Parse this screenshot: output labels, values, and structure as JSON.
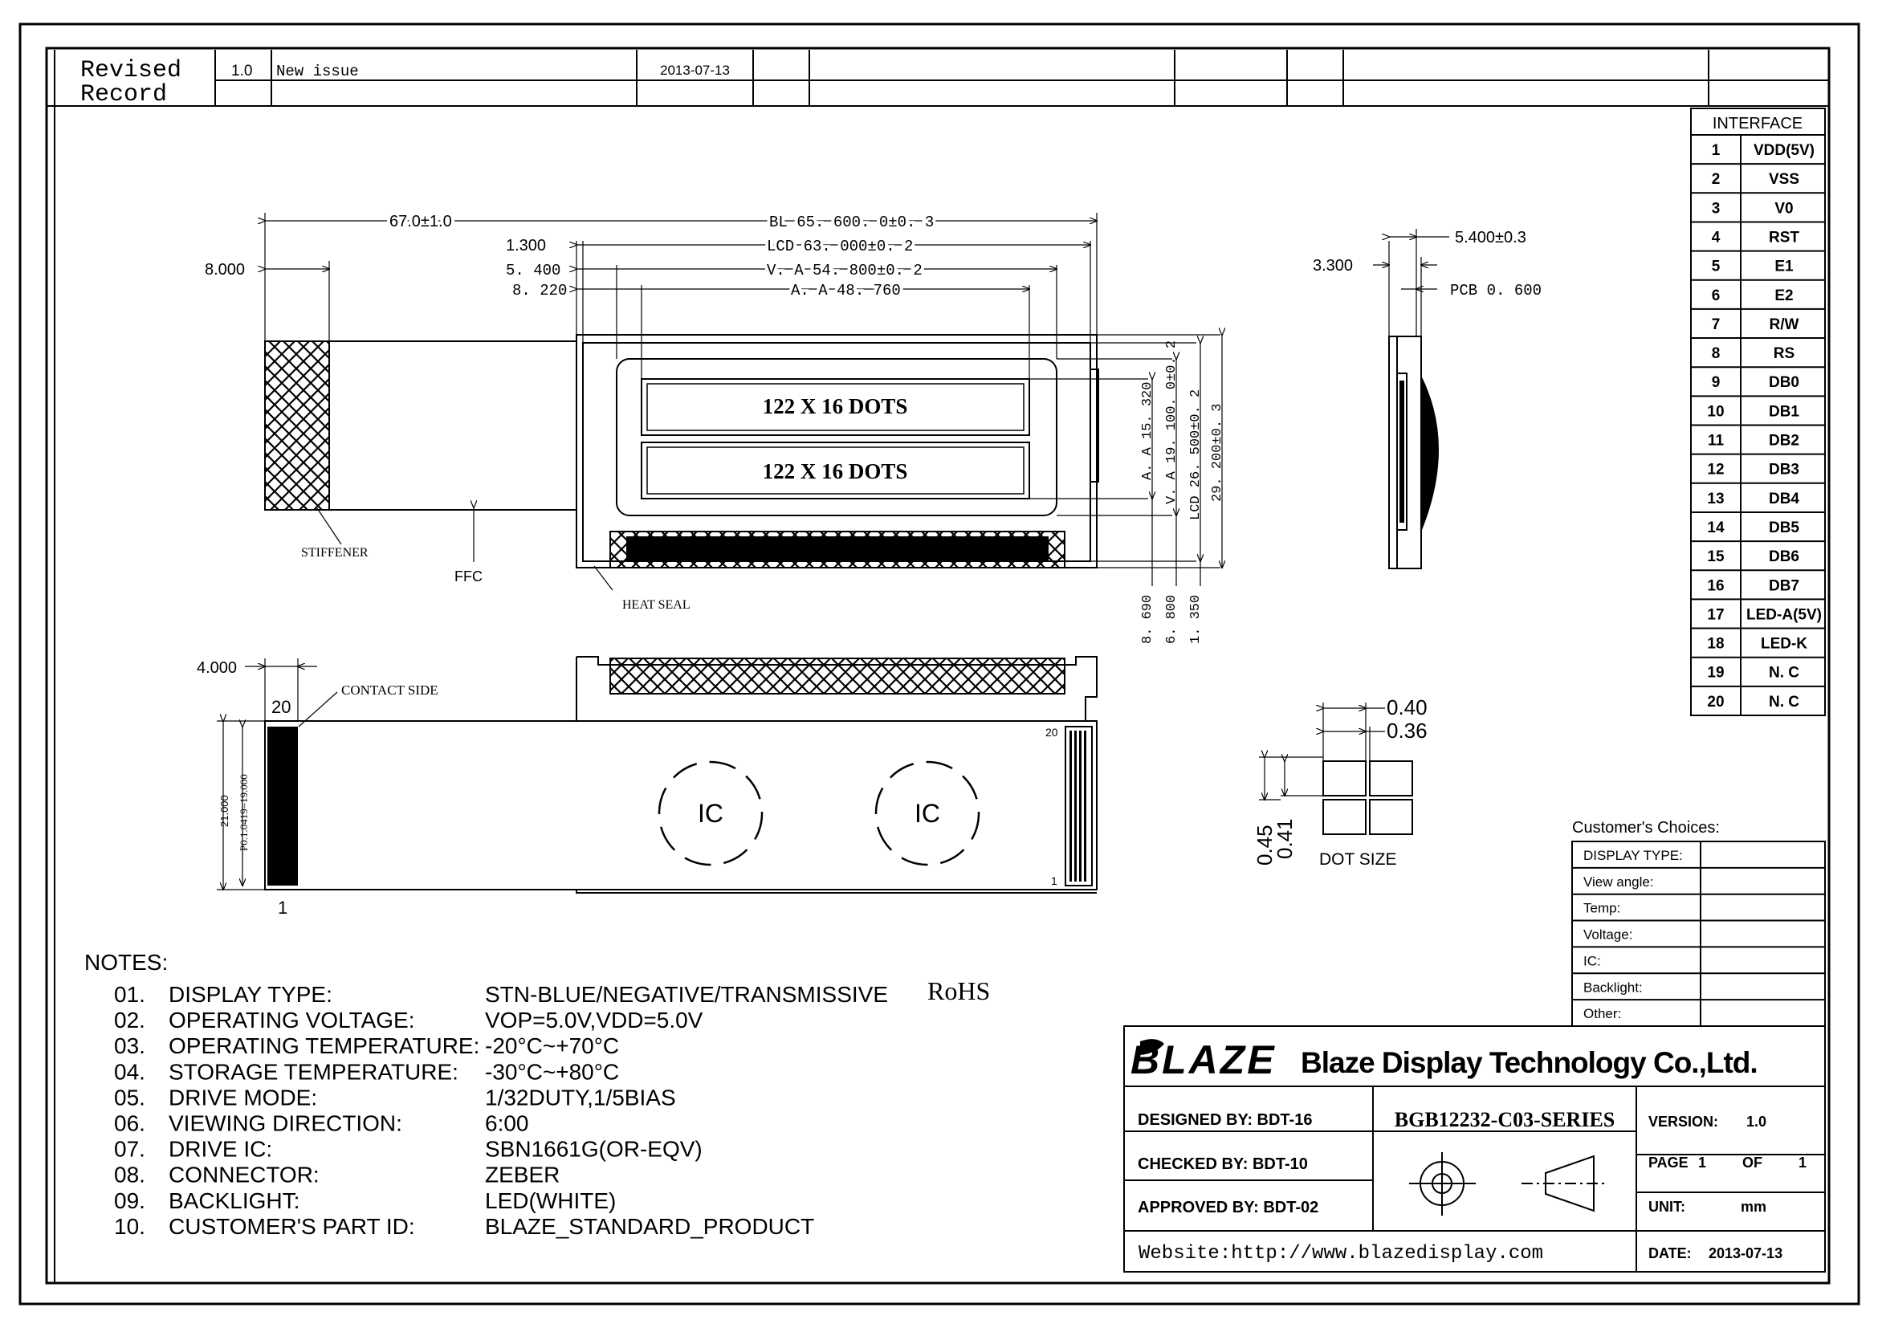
{
  "revision": {
    "label_line1": "Revised",
    "label_line2": "Record",
    "version": "1.0",
    "description": "New issue",
    "date": "2013-07-13"
  },
  "interface": {
    "title": "INTERFACE",
    "pins": [
      {
        "no": "1",
        "name": "VDD(5V)"
      },
      {
        "no": "2",
        "name": "VSS"
      },
      {
        "no": "3",
        "name": "V0"
      },
      {
        "no": "4",
        "name": "RST"
      },
      {
        "no": "5",
        "name": "E1"
      },
      {
        "no": "6",
        "name": "E2"
      },
      {
        "no": "7",
        "name": "R/W"
      },
      {
        "no": "8",
        "name": "RS"
      },
      {
        "no": "9",
        "name": "DB0"
      },
      {
        "no": "10",
        "name": "DB1"
      },
      {
        "no": "11",
        "name": "DB2"
      },
      {
        "no": "12",
        "name": "DB3"
      },
      {
        "no": "13",
        "name": "DB4"
      },
      {
        "no": "14",
        "name": "DB5"
      },
      {
        "no": "15",
        "name": "DB6"
      },
      {
        "no": "16",
        "name": "DB7"
      },
      {
        "no": "17",
        "name": "LED-A(5V)"
      },
      {
        "no": "18",
        "name": "LED-K"
      },
      {
        "no": "19",
        "name": "N. C"
      },
      {
        "no": "20",
        "name": "N. C"
      }
    ]
  },
  "front_view": {
    "dim_fpc": "67.0±1.0",
    "dim_bl": "BL 65. 600. 0±0. 3",
    "dim_lcd": "LCD  63. 000±0. 2",
    "dim_va": "V. A  54. 800±0. 2",
    "dim_aa": "A. A 48. 760",
    "dim_8000": "8.000",
    "dim_1300": "1.300",
    "dim_5400": "5. 400",
    "dim_8220": "8. 220",
    "row1_text": "122 X 16 DOTS",
    "row2_text": "122 X 16 DOTS",
    "label_stiffener": "STIFFENER",
    "label_ffc": "FFC",
    "label_heat_seal": "HEAT SEAL",
    "dim_aa_h": "A. A 15. 320",
    "dim_va_h": "V. A 19. 100. 0±0. 2",
    "dim_lcd_h": "LCD 26. 500±0. 2",
    "dim_total_h": "29. 200±0. 3",
    "dim_8690": "8. 690",
    "dim_6800": "6. 800",
    "dim_1350": "1. 350"
  },
  "side_view": {
    "dim_5400": "5.400±0.3",
    "dim_3300": "3.300",
    "dim_pcb": "PCB 0. 600"
  },
  "back_view": {
    "dim_4000": "4.000",
    "label_20_top": "20",
    "label_contact": "CONTACT SIDE",
    "dim_21000": "21.000",
    "dim_pitch": "P0.1.0419=19.000",
    "label_1_bottom": "1",
    "label_20_small": "20",
    "label_1_small": "1",
    "ic1": "IC",
    "ic2": "IC"
  },
  "dot_size": {
    "dim_040": "0.40",
    "dim_036": "0.36",
    "dim_045": "0.45",
    "dim_041": "0.41",
    "label": "DOT SIZE"
  },
  "notes": {
    "title": "NOTES:",
    "items": [
      {
        "no": "01.",
        "label": "DISPLAY  TYPE:",
        "value": "STN-BLUE/NEGATIVE/TRANSMISSIVE"
      },
      {
        "no": "02.",
        "label": "OPERATING  VOLTAGE:",
        "value": "VOP=5.0V,VDD=5.0V"
      },
      {
        "no": "03.",
        "label": "OPERATING  TEMPERATURE:",
        "value": "-20°C~+70°C"
      },
      {
        "no": "04.",
        "label": "STORAGE  TEMPERATURE:",
        "value": "-30°C~+80°C"
      },
      {
        "no": "05.",
        "label": "DRIVE  MODE:",
        "value": "1/32DUTY,1/5BIAS"
      },
      {
        "no": "06.",
        "label": "VIEWING  DIRECTION:",
        "value": "6:00"
      },
      {
        "no": "07.",
        "label": "DRIVE  IC:",
        "value": "SBN1661G(OR-EQV)"
      },
      {
        "no": "08.",
        "label": "CONNECTOR:",
        "value": "ZEBER"
      },
      {
        "no": "09.",
        "label": "BACKLIGHT:",
        "value": "LED(WHITE)"
      },
      {
        "no": "10.",
        "label": "CUSTOMER'S  PART  ID:",
        "value": "BLAZE_STANDARD_PRODUCT"
      }
    ],
    "rohs": "RoHS"
  },
  "customer": {
    "title": "Customer's  Choices:",
    "rows": [
      "DISPLAY TYPE:",
      "View angle:",
      "Temp:",
      "Voltage:",
      "IC:",
      "Backlight:",
      "Other:"
    ]
  },
  "title_block": {
    "logo": "BLAZE",
    "company": "Blaze Display Technology Co.,Ltd.",
    "designed": "DESIGNED  BY:  BDT-16",
    "checked": "CHECKED  BY:  BDT-10",
    "approved": "APPROVED  BY: BDT-02",
    "part_no": "BGB12232-C03-SERIES",
    "version_label": "VERSION:",
    "version_value": "1.0",
    "page_label": "PAGE",
    "page_no": "1",
    "of_label": "OF",
    "page_total": "1",
    "unit_label": "UNIT:",
    "unit_value": "mm",
    "date_label": "DATE:",
    "date_value": "2013-07-13",
    "website": "Website:http://www.blazedisplay.com"
  }
}
